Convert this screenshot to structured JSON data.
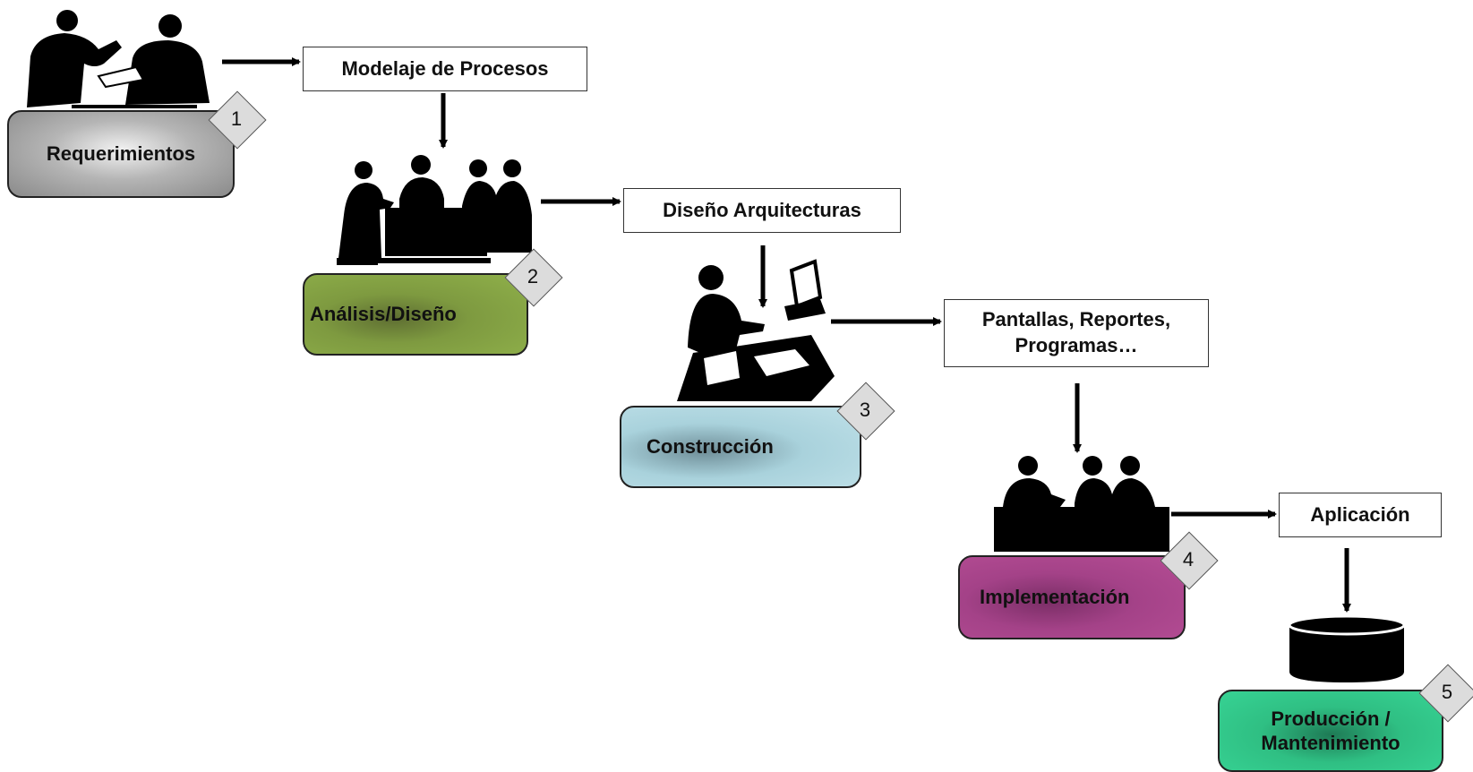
{
  "diagram": {
    "phases": [
      {
        "number": "1",
        "label": "Requerimientos",
        "color": "#9a9a9a"
      },
      {
        "number": "2",
        "label": "Análisis/Diseño",
        "color": "#8fb04a"
      },
      {
        "number": "3",
        "label": "Construcción",
        "color": "#bfe0e8"
      },
      {
        "number": "4",
        "label": "Implementación",
        "color": "#b54d94"
      },
      {
        "number": "5",
        "label": "Producción / Mantenimiento",
        "color": "#37d394"
      }
    ],
    "outputs": [
      {
        "label": "Modelaje de Procesos"
      },
      {
        "label": "Diseño Arquitecturas"
      },
      {
        "label": "Pantallas, Reportes, Programas…"
      },
      {
        "label": "Aplicación"
      }
    ],
    "illustrations": [
      {
        "name": "two-people-meeting-icon"
      },
      {
        "name": "group-meeting-icon"
      },
      {
        "name": "person-at-desk-icon"
      },
      {
        "name": "team-working-icon"
      },
      {
        "name": "database-cylinder-icon"
      }
    ]
  }
}
